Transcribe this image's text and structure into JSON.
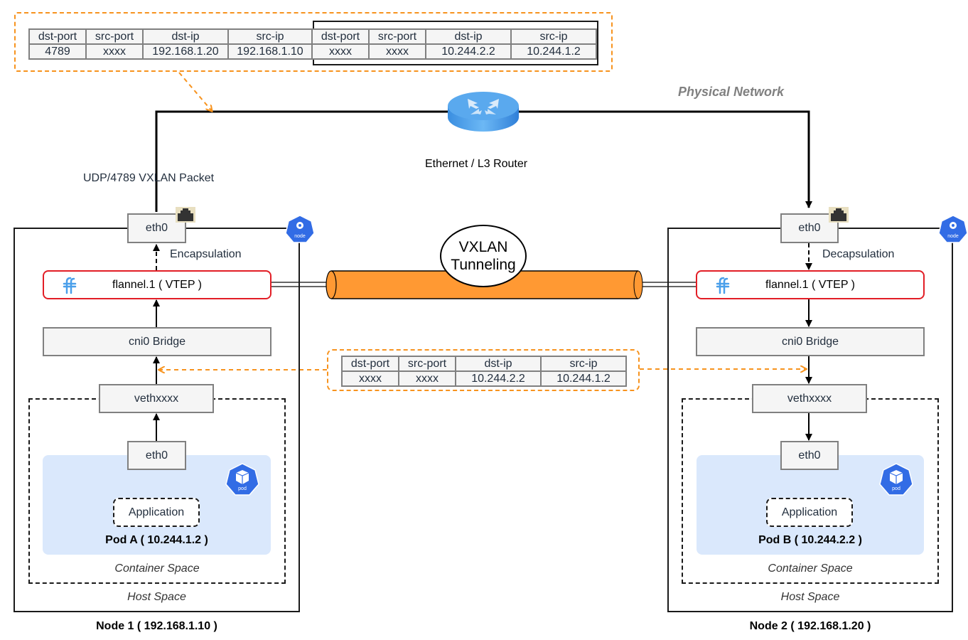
{
  "outer_packet": {
    "outer_headers": [
      {
        "name": "dst-port",
        "value": "4789",
        "highlight": true
      },
      {
        "name": "src-port",
        "value": "xxxx",
        "highlight": false
      },
      {
        "name": "dst-ip",
        "value": "192.168.1.20",
        "highlight": true
      },
      {
        "name": "src-ip",
        "value": "192.168.1.10",
        "highlight": false
      }
    ],
    "inner_headers": [
      {
        "name": "dst-port",
        "value": "xxxx"
      },
      {
        "name": "src-port",
        "value": "xxxx"
      },
      {
        "name": "dst-ip",
        "value": "10.244.2.2"
      },
      {
        "name": "src-ip",
        "value": "10.244.1.2"
      }
    ]
  },
  "inner_packet": {
    "headers": [
      {
        "name": "dst-port",
        "value": "xxxx",
        "highlight": false
      },
      {
        "name": "src-port",
        "value": "xxxx",
        "highlight": false
      },
      {
        "name": "dst-ip",
        "value": "10.244.2.2",
        "highlight": true
      },
      {
        "name": "src-ip",
        "value": "10.244.1.2",
        "highlight": false
      }
    ]
  },
  "network": {
    "physical_label": "Physical Network",
    "router_label": "Ethernet / L3 Router",
    "packet_label": "UDP/4789 VXLAN Packet",
    "tunnel_label_line1": "VXLAN",
    "tunnel_label_line2": "Tunneling"
  },
  "icons": {
    "router": "router-icon",
    "ethernet_port": "ethernet-port-icon",
    "k8s_node": "kubernetes-node-icon",
    "k8s_pod": "kubernetes-pod-icon",
    "flannel": "flannel-icon",
    "node_icon_text": "node",
    "pod_icon_text": "pod"
  },
  "colors": {
    "accent_orange": "#f7931e",
    "tunnel_orange": "#ff9933",
    "vtep_red": "#e21e26",
    "highlight_red": "#e8141b",
    "pod_bg": "#dae8fc",
    "k8s_blue": "#326ce5"
  },
  "node1": {
    "title": "Node 1 ( 192.168.1.10 )",
    "eth0": "eth0",
    "direction_label": "Encapsulation",
    "vtep": "flannel.1 ( VTEP )",
    "bridge": "cni0 Bridge",
    "veth": "vethxxxx",
    "pod_eth0": "eth0",
    "app": "Application",
    "pod": "Pod A ( 10.244.1.2 )",
    "container_space": "Container Space",
    "host_space": "Host Space"
  },
  "node2": {
    "title": "Node 2 ( 192.168.1.20 )",
    "eth0": "eth0",
    "direction_label": "Decapsulation",
    "vtep": "flannel.1 ( VTEP )",
    "bridge": "cni0 Bridge",
    "veth": "vethxxxx",
    "pod_eth0": "eth0",
    "app": "Application",
    "pod": "Pod B ( 10.244.2.2 )",
    "container_space": "Container Space",
    "host_space": "Host Space"
  }
}
